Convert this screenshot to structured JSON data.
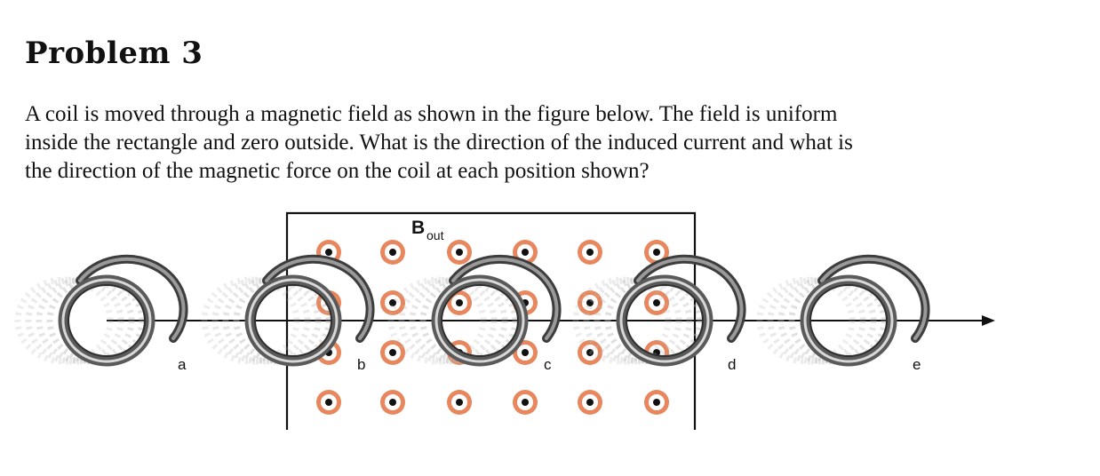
{
  "problem": {
    "title": "Problem 3",
    "text_lines": [
      "A coil is moved through a magnetic field as shown in the figure below.  The field is uniform",
      "inside the rectangle and zero outside. What is the direction of the induced current and what is",
      "the direction of the magnetic force on the coil at each position shown?"
    ]
  },
  "figure": {
    "field_label": "B",
    "field_label_subscript": "out",
    "coil_position_labels": [
      "a",
      "b",
      "c",
      "d",
      "e"
    ],
    "colors": {
      "field_dot_ring": "#e8875e",
      "coil": "#5a5a5a",
      "border": "#111111"
    },
    "icons": [
      "field-out-of-page-icon",
      "motion-arrow-icon",
      "coil-icon"
    ]
  }
}
